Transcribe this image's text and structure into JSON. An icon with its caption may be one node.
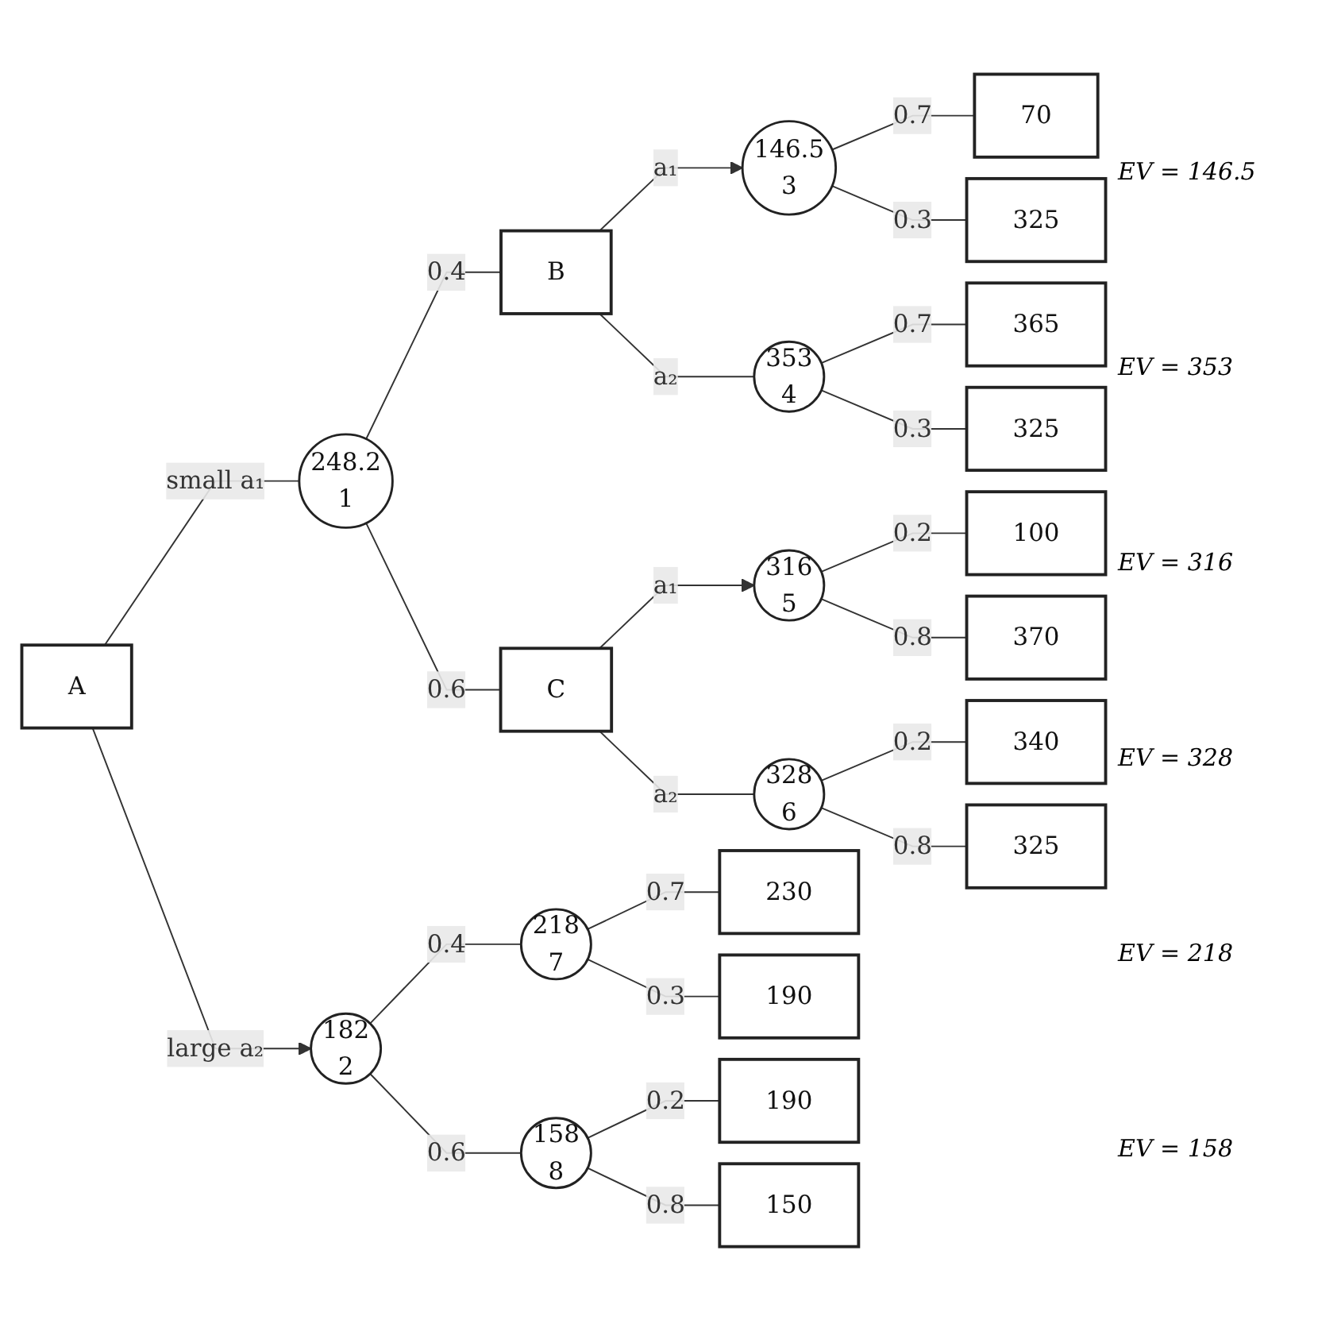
{
  "diagram": {
    "nodes": [
      {
        "text": [
          "A"
        ]
      },
      {
        "text": [
          "248.2",
          "1"
        ]
      },
      {
        "text": [
          "B"
        ]
      },
      {
        "text": [
          "C"
        ]
      },
      {
        "text": [
          "146.5",
          "3"
        ]
      },
      {
        "text": [
          "353",
          "4"
        ]
      },
      {
        "text": [
          "316",
          "5"
        ]
      },
      {
        "text": [
          "328",
          "6"
        ]
      },
      {
        "text": [
          "182",
          "2"
        ]
      },
      {
        "text": [
          "218",
          "7"
        ]
      },
      {
        "text": [
          "158",
          "8"
        ]
      },
      {
        "text": [
          "70"
        ]
      },
      {
        "text": [
          "325"
        ]
      },
      {
        "text": [
          "365"
        ]
      },
      {
        "text": [
          "325"
        ]
      },
      {
        "text": [
          "100"
        ]
      },
      {
        "text": [
          "370"
        ]
      },
      {
        "text": [
          "340"
        ]
      },
      {
        "text": [
          "325"
        ]
      },
      {
        "text": [
          "230"
        ]
      },
      {
        "text": [
          "190"
        ]
      },
      {
        "text": [
          "190"
        ]
      },
      {
        "text": [
          "150"
        ]
      }
    ],
    "edges": [
      {
        "from": 0,
        "to": 1,
        "arrow": "none",
        "label": "small a₁"
      },
      {
        "from": 0,
        "to": 8,
        "arrow": "to",
        "label": "large a₂"
      },
      {
        "from": 1,
        "to": 2,
        "arrow": "none",
        "label": "0.4"
      },
      {
        "from": 1,
        "to": 3,
        "arrow": "none",
        "label": "0.6"
      },
      {
        "from": 2,
        "to": 4,
        "arrow": "to",
        "label": "a₁"
      },
      {
        "from": 2,
        "to": 5,
        "arrow": "none",
        "label": "a₂"
      },
      {
        "from": 3,
        "to": 6,
        "arrow": "to",
        "label": "a₁"
      },
      {
        "from": 3,
        "to": 7,
        "arrow": "none",
        "label": "a₂"
      },
      {
        "from": 4,
        "to": 11,
        "arrow": "none",
        "label": "0.7"
      },
      {
        "from": 4,
        "to": 12,
        "arrow": "none",
        "label": "0.3"
      },
      {
        "from": 5,
        "to": 13,
        "arrow": "none",
        "label": "0.7"
      },
      {
        "from": 5,
        "to": 14,
        "arrow": "none",
        "label": "0.3"
      },
      {
        "from": 6,
        "to": 15,
        "arrow": "none",
        "label": "0.2"
      },
      {
        "from": 6,
        "to": 16,
        "arrow": "none",
        "label": "0.8"
      },
      {
        "from": 7,
        "to": 17,
        "arrow": "none",
        "label": "0.2"
      },
      {
        "from": 7,
        "to": 18,
        "arrow": "none",
        "label": "0.8"
      },
      {
        "from": 8,
        "to": 9,
        "arrow": "none",
        "label": "0.4"
      },
      {
        "from": 8,
        "to": 10,
        "arrow": "none",
        "label": "0.6"
      },
      {
        "from": 9,
        "to": 19,
        "arrow": "none",
        "label": "0.7"
      },
      {
        "from": 9,
        "to": 20,
        "arrow": "none",
        "label": "0.3"
      },
      {
        "from": 10,
        "to": 21,
        "arrow": "none",
        "label": "0.2"
      },
      {
        "from": 10,
        "to": 22,
        "arrow": "none",
        "label": "0.8"
      }
    ],
    "labels": [
      "EV = 146.5",
      "EV = 353",
      "EV = 316",
      "EV = 328",
      "EV = 218",
      "EV = 158"
    ]
  }
}
